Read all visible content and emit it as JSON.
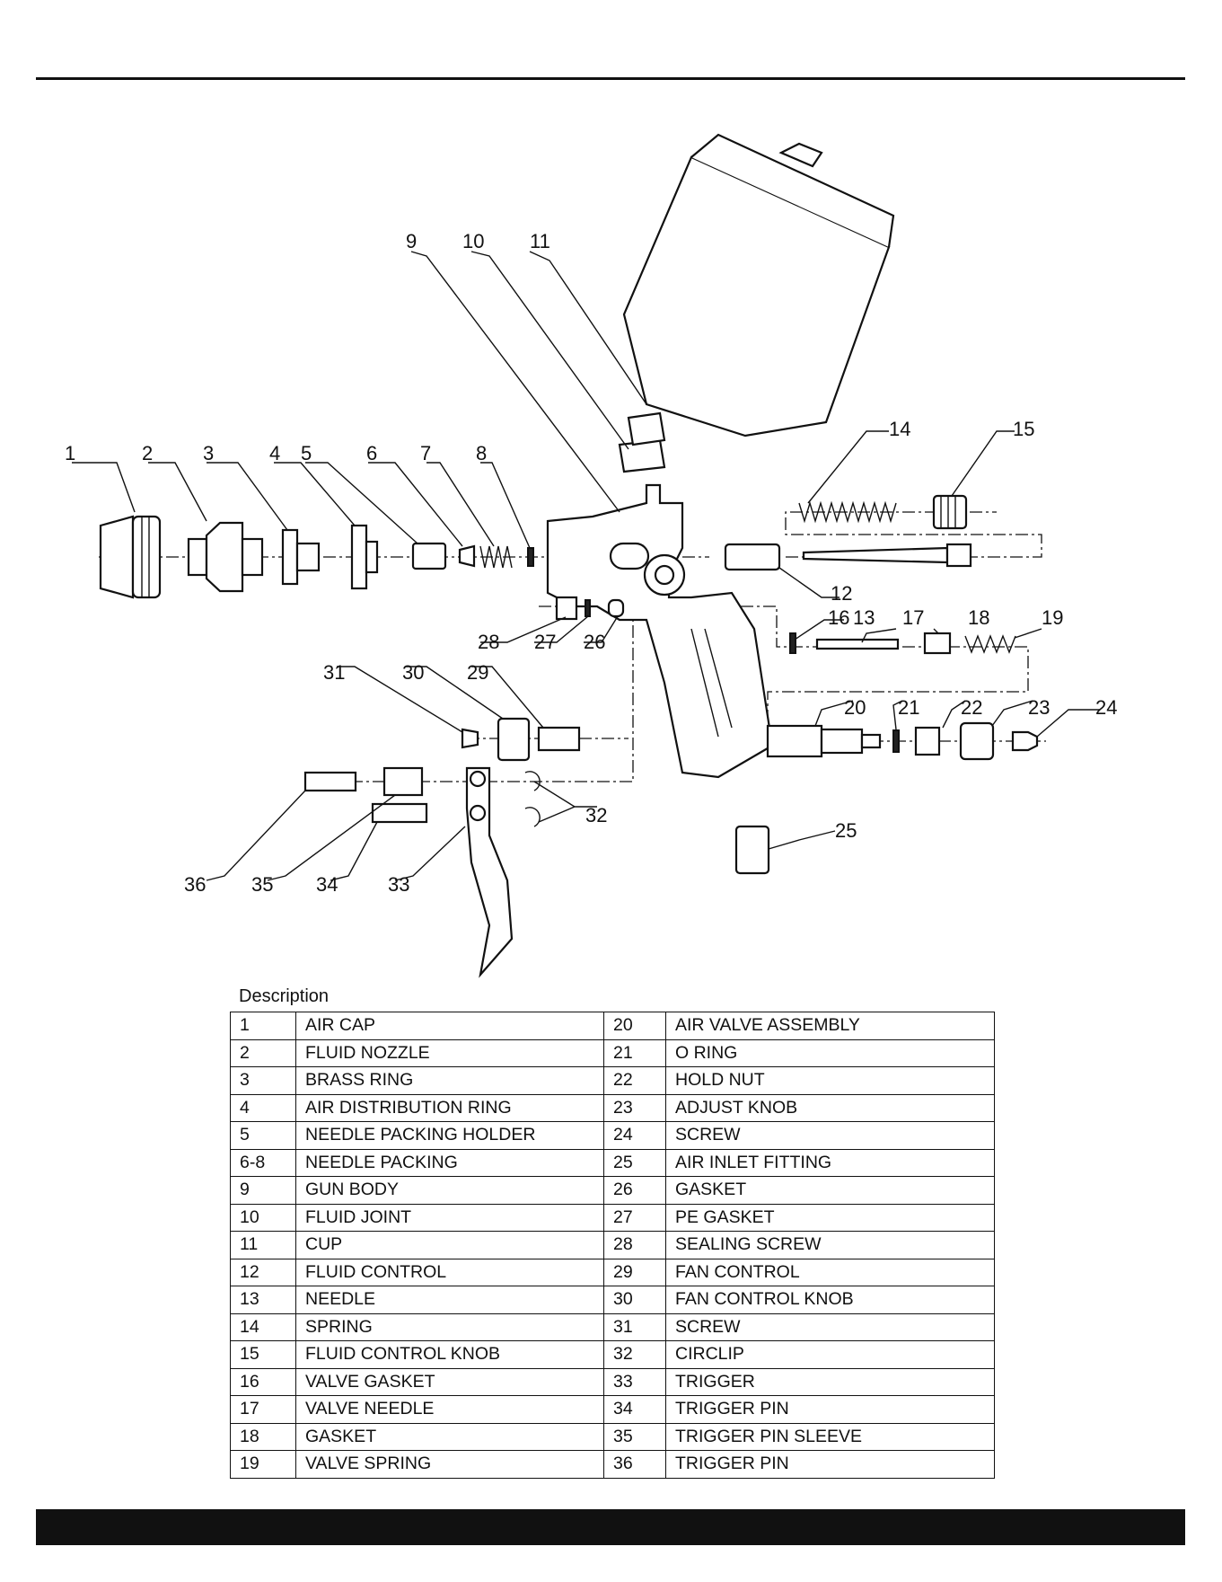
{
  "diagram": {
    "callouts": [
      "1",
      "2",
      "3",
      "4",
      "5",
      "6",
      "7",
      "8",
      "9",
      "10",
      "11",
      "12",
      "13",
      "14",
      "15",
      "16",
      "17",
      "18",
      "19",
      "20",
      "21",
      "22",
      "23",
      "24",
      "25",
      "26",
      "27",
      "28",
      "29",
      "30",
      "31",
      "32",
      "33",
      "34",
      "35",
      "36"
    ]
  },
  "description": {
    "label": "Description",
    "rows": [
      {
        "left_no": "1",
        "left_name": "AIR CAP",
        "right_no": "20",
        "right_name": "AIR VALVE ASSEMBLY"
      },
      {
        "left_no": "2",
        "left_name": "FLUID NOZZLE",
        "right_no": "21",
        "right_name": "O RING"
      },
      {
        "left_no": "3",
        "left_name": "BRASS RING",
        "right_no": "22",
        "right_name": "HOLD NUT"
      },
      {
        "left_no": "4",
        "left_name": "AIR DISTRIBUTION RING",
        "right_no": "23",
        "right_name": "ADJUST KNOB"
      },
      {
        "left_no": "5",
        "left_name": "NEEDLE PACKING HOLDER",
        "right_no": "24",
        "right_name": "SCREW"
      },
      {
        "left_no": "6-8",
        "left_name": "NEEDLE PACKING",
        "right_no": "25",
        "right_name": "AIR INLET FITTING"
      },
      {
        "left_no": "9",
        "left_name": "GUN BODY",
        "right_no": "26",
        "right_name": "GASKET"
      },
      {
        "left_no": "10",
        "left_name": "FLUID JOINT",
        "right_no": "27",
        "right_name": "PE GASKET"
      },
      {
        "left_no": "11",
        "left_name": "CUP",
        "right_no": "28",
        "right_name": "SEALING SCREW"
      },
      {
        "left_no": "12",
        "left_name": "FLUID CONTROL",
        "right_no": "29",
        "right_name": "FAN CONTROL"
      },
      {
        "left_no": "13",
        "left_name": "NEEDLE",
        "right_no": "30",
        "right_name": "FAN CONTROL KNOB"
      },
      {
        "left_no": "14",
        "left_name": "SPRING",
        "right_no": "31",
        "right_name": "SCREW"
      },
      {
        "left_no": "15",
        "left_name": "FLUID CONTROL KNOB",
        "right_no": "32",
        "right_name": "CIRCLIP"
      },
      {
        "left_no": "16",
        "left_name": "VALVE GASKET",
        "right_no": "33",
        "right_name": "TRIGGER"
      },
      {
        "left_no": "17",
        "left_name": "VALVE NEEDLE",
        "right_no": "34",
        "right_name": "TRIGGER PIN"
      },
      {
        "left_no": "18",
        "left_name": "GASKET",
        "right_no": "35",
        "right_name": "TRIGGER PIN SLEEVE"
      },
      {
        "left_no": "19",
        "left_name": "VALVE SPRING",
        "right_no": "36",
        "right_name": "TRIGGER PIN"
      }
    ]
  }
}
